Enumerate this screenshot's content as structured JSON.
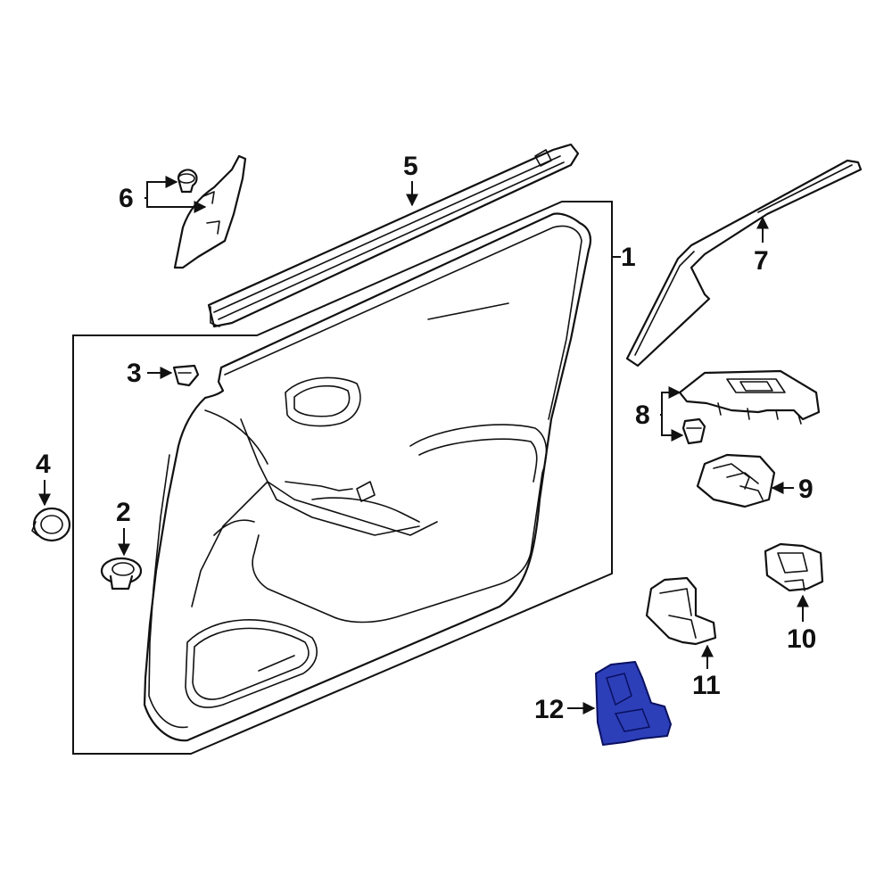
{
  "diagram": {
    "callouts": [
      {
        "id": "1",
        "label": "1",
        "part": "door-trim-panel"
      },
      {
        "id": "2",
        "label": "2",
        "part": "trim-clip"
      },
      {
        "id": "3",
        "label": "3",
        "part": "retainer-clip"
      },
      {
        "id": "4",
        "label": "4",
        "part": "grommet"
      },
      {
        "id": "5",
        "label": "5",
        "part": "belt-weatherstrip"
      },
      {
        "id": "6",
        "label": "6",
        "part": "mirror-trim-cover"
      },
      {
        "id": "7",
        "label": "7",
        "part": "garnish-molding"
      },
      {
        "id": "8",
        "label": "8",
        "part": "switch-panel-bezel"
      },
      {
        "id": "9",
        "label": "9",
        "part": "window-switch"
      },
      {
        "id": "10",
        "label": "10",
        "part": "lock-switch"
      },
      {
        "id": "11",
        "label": "11",
        "part": "handle-bracket"
      },
      {
        "id": "12",
        "label": "12",
        "part": "highlighted-bracket"
      }
    ],
    "colors": {
      "line": "#111111",
      "background": "#ffffff",
      "highlight_fill": "#2c3fb8",
      "highlight_stroke": "#0a1060"
    }
  }
}
